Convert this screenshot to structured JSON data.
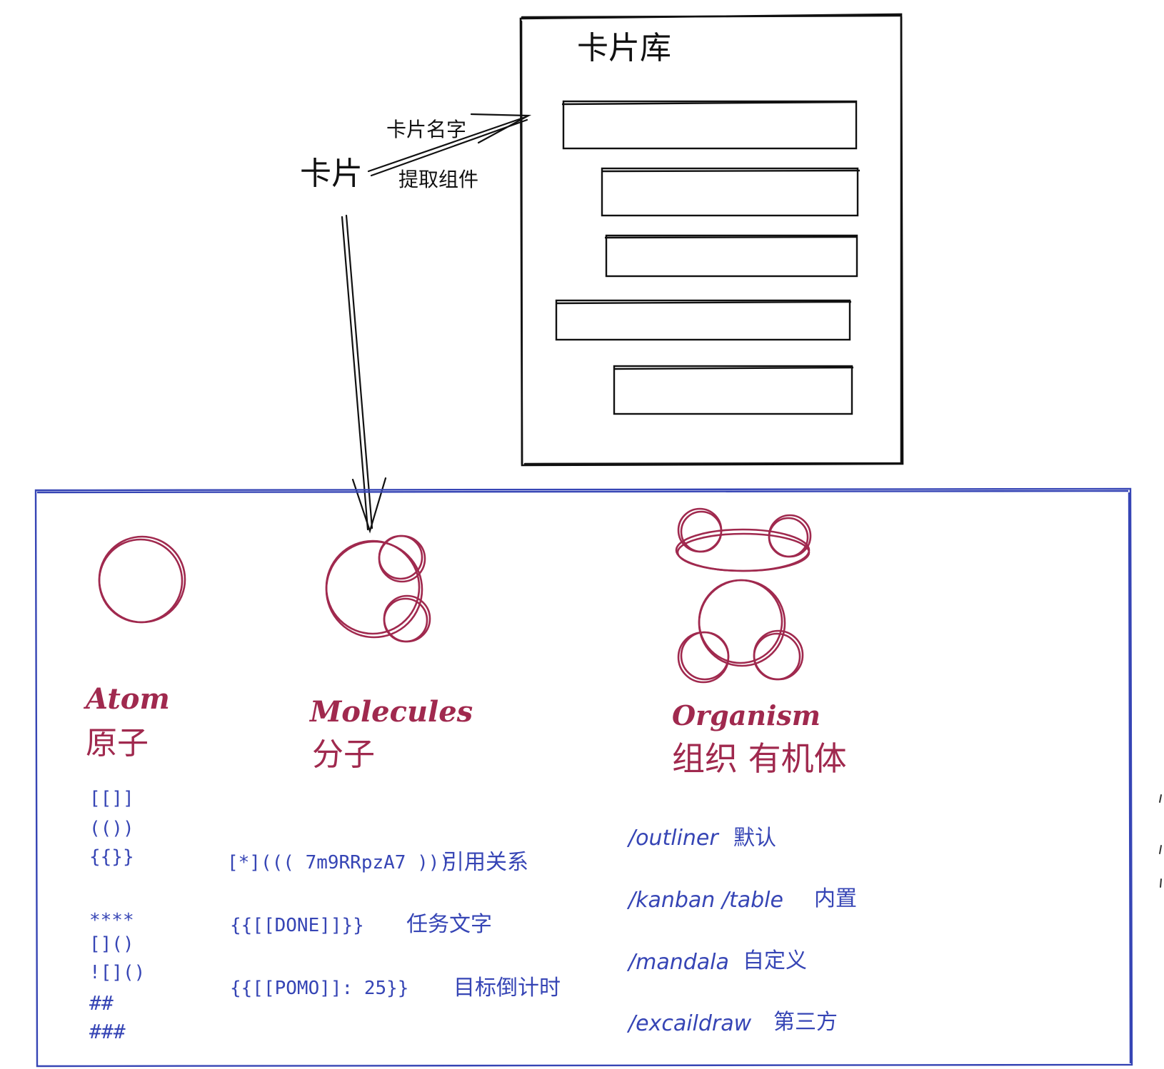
{
  "colors": {
    "ink": "#111111",
    "accent": "#a0294e",
    "syntax": "#3645b5"
  },
  "library": {
    "title": "卡片库"
  },
  "card": {
    "label": "卡片",
    "arrow_label_top": "卡片名字",
    "arrow_label_bottom": "提取组件"
  },
  "atom": {
    "en": "Atom",
    "zh": "原子",
    "syntax": [
      "[[]]",
      "(())",
      "{{}}",
      "****",
      "[]()",
      "![]()",
      "##",
      "###"
    ]
  },
  "molecules": {
    "en": "Molecules",
    "zh": "分子",
    "examples": [
      {
        "code": "[*]((( 7m9RRpzA7 )))",
        "desc": "引用关系"
      },
      {
        "code": "{{[[DONE]]}}",
        "desc": "任务文字"
      },
      {
        "code": "{{[[POMO]]: 25}}",
        "desc": "目标倒计时"
      }
    ]
  },
  "organism": {
    "en": "Organism",
    "zh": "组织 有机体",
    "commands": [
      {
        "cmd": "/outliner",
        "desc": "默认"
      },
      {
        "cmd": "/kanban /table",
        "desc": "内置"
      },
      {
        "cmd": "/mandala",
        "desc": "自定义"
      },
      {
        "cmd": "/excaildraw",
        "desc": "第三方"
      }
    ]
  }
}
